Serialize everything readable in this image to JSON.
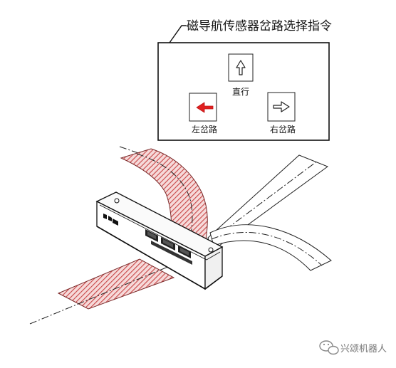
{
  "diagram": {
    "title": "磁导航传感器岔路选择指令",
    "commands": {
      "straight": "直行",
      "left": "左岔路",
      "right": "右岔路"
    },
    "colors": {
      "active_arrow": "#e02020",
      "magnetic_strip": "#c84646",
      "line": "#222222"
    }
  },
  "watermark": {
    "text": "兴颂机器人",
    "icon": "wechat-icon"
  }
}
